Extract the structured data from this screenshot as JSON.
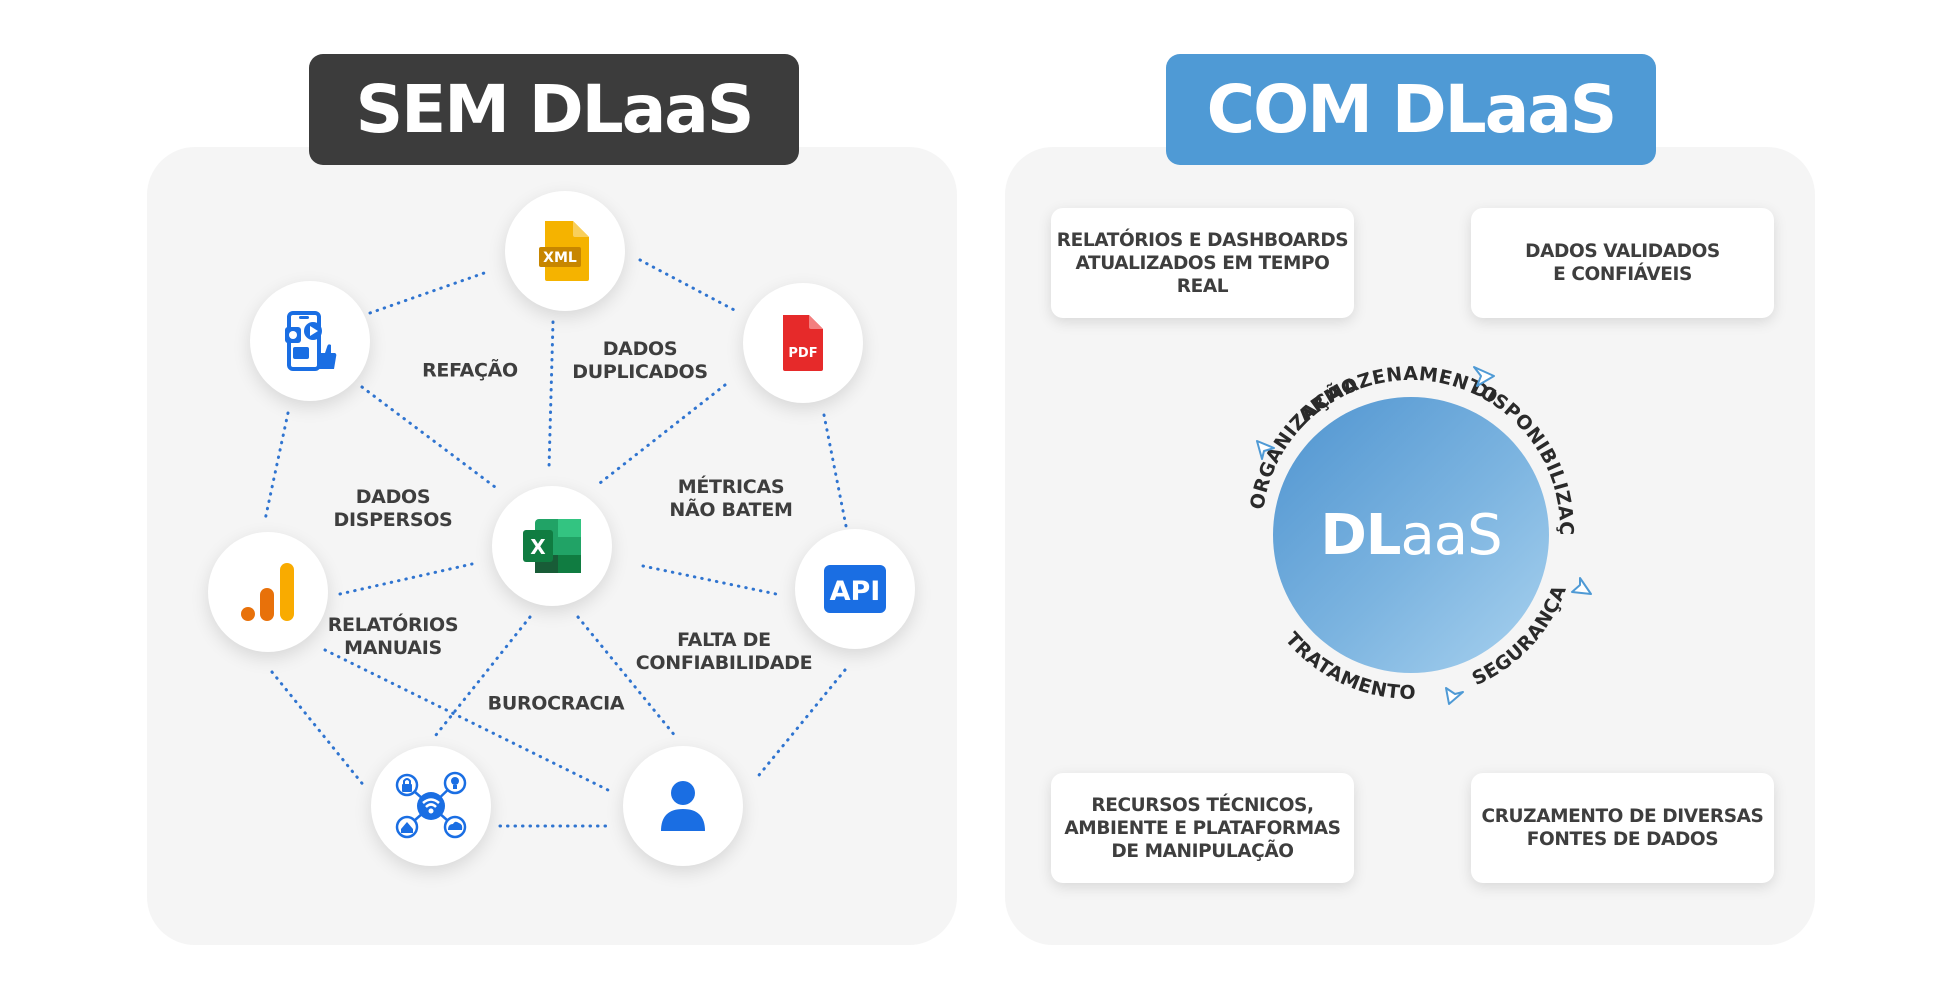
{
  "left": {
    "title": "SEM DLaaS",
    "labels": {
      "refacao": "REFAÇÃO",
      "dados_duplicados": "DADOS\nDUPLICADOS",
      "metricas": "MÉTRICAS\nNÃO BATEM",
      "dados_dispersos": "DADOS\nDISPERSOS",
      "relatorios_manuais": "RELATÓRIOS\nMANUAIS",
      "falta_confiabilidade": "FALTA DE\nCONFIABILIDADE",
      "burocracia": "BUROCRACIA"
    },
    "icons": {
      "xml": "XML",
      "pdf": "PDF",
      "api": "API",
      "excel": "X"
    }
  },
  "right": {
    "title": "COM DLaaS",
    "cards": {
      "top_left": "RELATÓRIOS E DASHBOARDS\nATUALIZADOS EM TEMPO\nREAL",
      "top_right": "DADOS VALIDADOS\nE CONFIÁVEIS",
      "bottom_left": "RECURSOS TÉCNICOS,\nAMBIENTE E PLATAFORMAS\nDE MANIPULAÇÃO",
      "bottom_right": "CRUZAMENTO DE DIVERSAS\nFONTES DE DADOS"
    },
    "center": {
      "bold": "DL",
      "regular": "aaS"
    },
    "cycle": {
      "armazenamento": "ARMAZENAMENTO",
      "disponibilizacao": "DISPONIBILIZAÇÃO",
      "seguranca": "SEGURANÇA",
      "tratamento": "TRATAMENTO",
      "organizacao": "ORGANIZAÇÃO"
    }
  },
  "colors": {
    "dark_header": "#3c3c3c",
    "blue_header": "#4f9ad5",
    "dotted_line": "#2f74d0",
    "panel_bg": "#f5f5f5"
  }
}
